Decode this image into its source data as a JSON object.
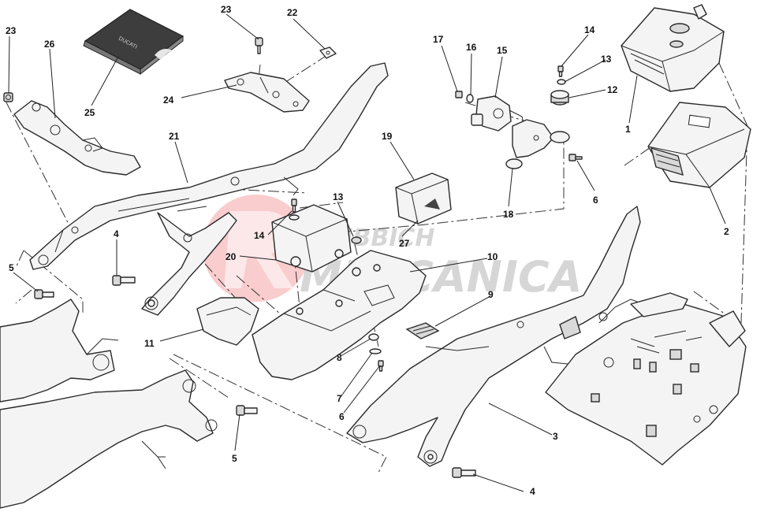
{
  "diagram": {
    "callouts": [
      {
        "id": "c23a",
        "label": "23"
      },
      {
        "id": "c26",
        "label": "26"
      },
      {
        "id": "c25",
        "label": "25"
      },
      {
        "id": "c23b",
        "label": "23"
      },
      {
        "id": "c22",
        "label": "22"
      },
      {
        "id": "c24",
        "label": "24"
      },
      {
        "id": "c21",
        "label": "21"
      },
      {
        "id": "c4a",
        "label": "4"
      },
      {
        "id": "c5a",
        "label": "5"
      },
      {
        "id": "c11",
        "label": "11"
      },
      {
        "id": "c5b",
        "label": "5"
      },
      {
        "id": "c20",
        "label": "20"
      },
      {
        "id": "c14a",
        "label": "14"
      },
      {
        "id": "c13a",
        "label": "13"
      },
      {
        "id": "c19",
        "label": "19"
      },
      {
        "id": "c27",
        "label": "27"
      },
      {
        "id": "c17",
        "label": "17"
      },
      {
        "id": "c16",
        "label": "16"
      },
      {
        "id": "c15",
        "label": "15"
      },
      {
        "id": "c18",
        "label": "18"
      },
      {
        "id": "c14b",
        "label": "14"
      },
      {
        "id": "c13b",
        "label": "13"
      },
      {
        "id": "c12",
        "label": "12"
      },
      {
        "id": "c6a",
        "label": "6"
      },
      {
        "id": "c1",
        "label": "1"
      },
      {
        "id": "c2",
        "label": "2"
      },
      {
        "id": "c10",
        "label": "10"
      },
      {
        "id": "c9",
        "label": "9"
      },
      {
        "id": "c8",
        "label": "8"
      },
      {
        "id": "c7",
        "label": "7"
      },
      {
        "id": "c6b",
        "label": "6"
      },
      {
        "id": "c3",
        "label": "3"
      },
      {
        "id": "c4b",
        "label": "4"
      }
    ]
  },
  "watermark": {
    "line1": "RUBBICH",
    "line2": "MECCANICA",
    "color": "#e8474c"
  },
  "cover_logo_text": "DUCATI"
}
